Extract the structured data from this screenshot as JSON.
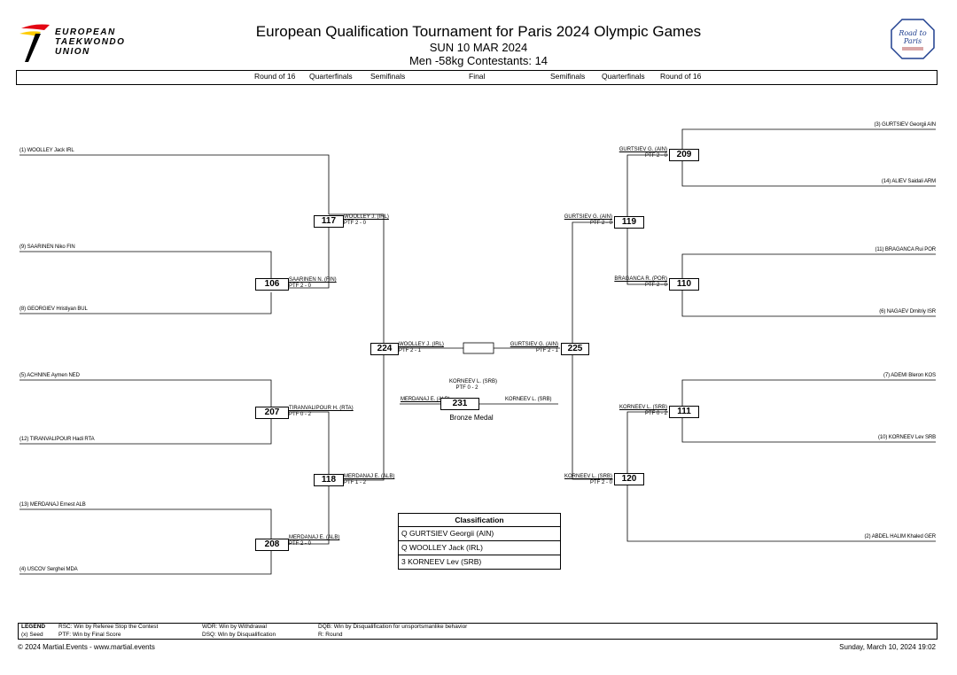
{
  "header": {
    "org_line1": "EUROPEAN",
    "org_line2": "TAEKWONDO",
    "org_line3": "UNION",
    "title": "European Qualification Tournament for Paris 2024 Olympic Games",
    "date": "SUN 10 MAR 2024",
    "category": "Men -58kg  Contestants: 14",
    "badge_text": "Road to Paris"
  },
  "rounds": [
    "Round of 16",
    "Quarterfinals",
    "Semifinals",
    "Final",
    "Semifinals",
    "Quarterfinals",
    "Round of 16"
  ],
  "left_athletes": [
    "(1) WOOLLEY Jack IRL",
    "(9) SAARINEN Niko FIN",
    "(8) GEORGIEV Hristiyan BUL",
    "(5) ACHNINE Aymen NED",
    "(12) TIRANVALIPOUR Hadi RTA",
    "(13) MERDANAJ Ernest ALB",
    "(4) USCOV Serghei MDA"
  ],
  "right_athletes": [
    "(3) GURTSIEV Georgii AIN",
    "(14) ALIEV Saidali ARM",
    "(11) BRAGANCA Rui POR",
    "(6) NAGAEV Dmitriy ISR",
    "(7) ADEMI Bleron KOS",
    "(10) KORNEEV Lev SRB",
    "(2) ABDEL HALIM Khaled GER"
  ],
  "matches": {
    "m106": {
      "num": "106",
      "winner": "SAARINEN N. (FIN)",
      "score": "PTF 2 - 0"
    },
    "m207": {
      "num": "207",
      "winner": "TIRANVALIPOUR H. (RTA)",
      "score": "PTF 0 - 2"
    },
    "m208": {
      "num": "208",
      "winner": "MERDANAJ E. (ALB)",
      "score": "PTF 2 - 0"
    },
    "m117": {
      "num": "117",
      "winner": "WOOLLEY J. (IRL)",
      "score": "PTF 2 - 0"
    },
    "m118": {
      "num": "118",
      "winner": "MERDANAJ E. (ALB)",
      "score": "PTF 1 - 2"
    },
    "m224": {
      "num": "224",
      "winner": "WOOLLEY J. (IRL)",
      "score": "PTF 2 - 1"
    },
    "m209": {
      "num": "209",
      "winner": "GURTSIEV G. (AIN)",
      "score": "PTF 2 - 0"
    },
    "m110": {
      "num": "110",
      "winner": "BRAGANCA R. (POR)",
      "score": "PTF 2 - 0"
    },
    "m111": {
      "num": "111",
      "winner": "KORNEEV L. (SRB)",
      "score": "PTF 0 - 2"
    },
    "m119": {
      "num": "119",
      "winner": "GURTSIEV G. (AIN)",
      "score": "PTF 2 - 0"
    },
    "m120": {
      "num": "120",
      "winner": "KORNEEV L. (SRB)",
      "score": "PTF 2 - 0"
    },
    "m225": {
      "num": "225",
      "winner": "GURTSIEV G. (AIN)",
      "score": "PTF 2 - 1"
    },
    "m231": {
      "num": "231",
      "winner": "KORNEEV L. (SRB)",
      "score": "PTF 0 - 2",
      "left": "MERDANAJ E. (ALB)",
      "right": "KORNEEV L. (SRB)"
    }
  },
  "bronze_label": "Bronze Medal",
  "classification": {
    "title": "Classification",
    "rows": [
      "Q  GURTSIEV Georgii (AIN)",
      "Q  WOOLLEY Jack (IRL)",
      "3  KORNEEV Lev (SRB)"
    ]
  },
  "legend": {
    "title": "LEGEND",
    "rsc": "RSC: Win by Referee Stop the Contest",
    "seed": "(x) Seed",
    "ptf": "PTF: Win by Final Score",
    "wdr": "WDR: Win by Withdrawal",
    "dsq": "DSQ: Win by Disqualification",
    "dqb": "DQB: Win by Disqualification for unsportsmanlike behavior",
    "r": "R: Round"
  },
  "footer": {
    "copyright": "© 2024 Martial.Events - www.martial.events",
    "timestamp": "Sunday, March 10, 2024 19:02"
  },
  "colors": {
    "logo_red": "#e30613",
    "logo_yellow": "#ffcc00",
    "logo_black": "#000000",
    "badge_blue": "#1f3f8f"
  }
}
